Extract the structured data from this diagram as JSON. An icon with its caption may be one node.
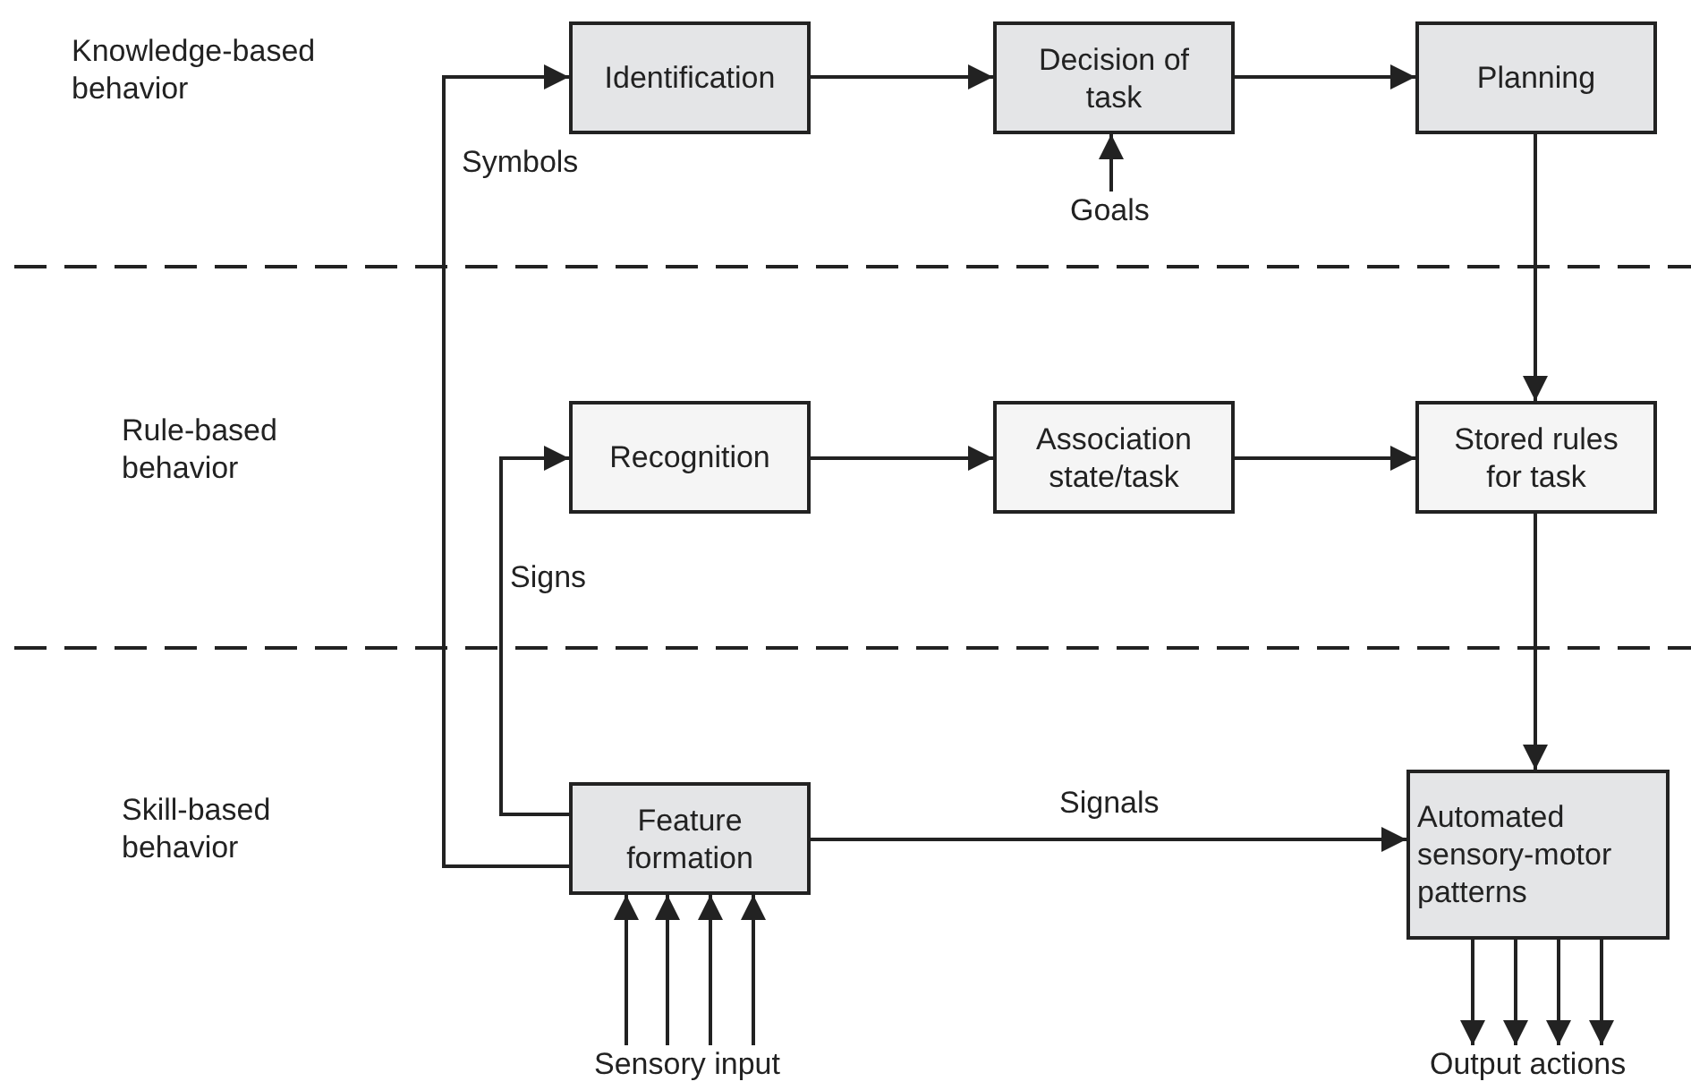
{
  "diagram": {
    "nodes": [
      {
        "text": [
          "Identification"
        ]
      },
      {
        "text": [
          "Decision of task"
        ]
      },
      {
        "text": [
          "Planning"
        ]
      },
      {
        "text": [
          "Recognition"
        ]
      },
      {
        "text": [
          "Association state/task"
        ]
      },
      {
        "text": [
          "Stored rules for task"
        ]
      },
      {
        "text": [
          "Feature formation"
        ]
      },
      {
        "text": [
          "Automated sensory-motor patterns"
        ]
      },
      {
        "text": [
          "Goals"
        ]
      },
      {
        "text": [
          "Sensory input"
        ]
      },
      {
        "text": [
          "Output actions"
        ]
      }
    ],
    "edges": [
      {
        "from": 0,
        "to": 1,
        "arrow": "to"
      },
      {
        "from": 1,
        "to": 2,
        "arrow": "to"
      },
      {
        "from": 8,
        "to": 1,
        "arrow": "to"
      },
      {
        "from": 2,
        "to": 5,
        "arrow": "to"
      },
      {
        "from": 3,
        "to": 4,
        "arrow": "to"
      },
      {
        "from": 4,
        "to": 5,
        "arrow": "to"
      },
      {
        "from": 5,
        "to": 7,
        "arrow": "to"
      },
      {
        "from": 6,
        "to": 0,
        "arrow": "to",
        "label": "Symbols"
      },
      {
        "from": 6,
        "to": 3,
        "arrow": "to",
        "label": "Signs"
      },
      {
        "from": 6,
        "to": 7,
        "arrow": "to",
        "label": "Signals"
      },
      {
        "from": 9,
        "to": 6,
        "arrow": "to"
      },
      {
        "from": 9,
        "to": 6,
        "arrow": "to"
      },
      {
        "from": 9,
        "to": 6,
        "arrow": "to"
      },
      {
        "from": 9,
        "to": 6,
        "arrow": "to"
      },
      {
        "from": 7,
        "to": 10,
        "arrow": "to"
      },
      {
        "from": 7,
        "to": 10,
        "arrow": "to"
      },
      {
        "from": 7,
        "to": 10,
        "arrow": "to"
      },
      {
        "from": 7,
        "to": 10,
        "arrow": "to"
      }
    ],
    "labels": [
      "Knowledge-based behavior",
      "Rule-based behavior",
      "Skill-based behavior"
    ]
  }
}
